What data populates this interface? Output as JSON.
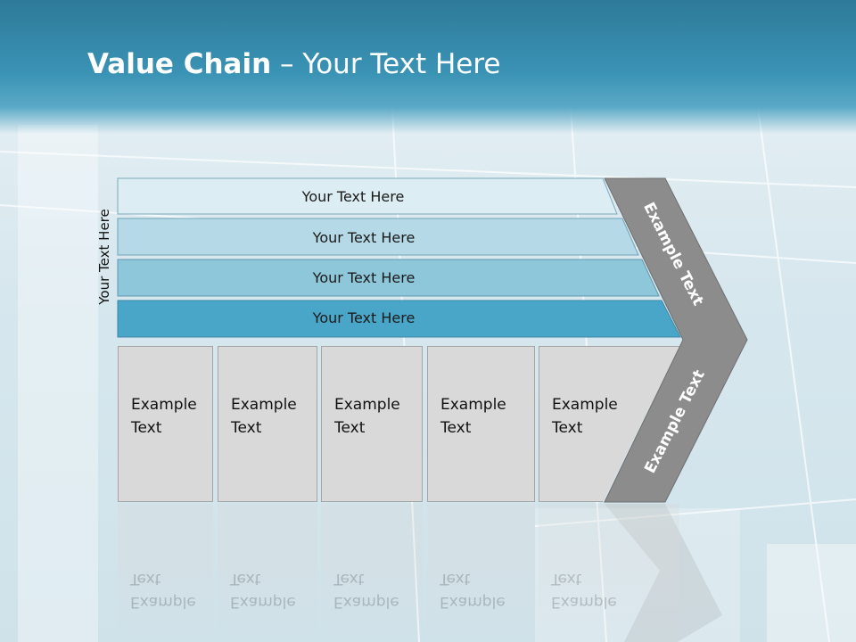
{
  "title": {
    "bold": "Value Chain",
    "rest": " – Your Text Here"
  },
  "side_label": "Your Text Here",
  "support_bars": [
    {
      "label": "Your Text Here",
      "color": "#dcedf3"
    },
    {
      "label": "Your Text Here",
      "color": "#b5d9e6"
    },
    {
      "label": "Your Text Here",
      "color": "#8ec6da"
    },
    {
      "label": "Your Text Here",
      "color": "#4aa6c9"
    }
  ],
  "primary_boxes": [
    {
      "line1": "Example",
      "line2": "Text"
    },
    {
      "line1": "Example",
      "line2": "Text"
    },
    {
      "line1": "Example",
      "line2": "Text"
    },
    {
      "line1": "Example",
      "line2": "Text"
    },
    {
      "line1": "Example",
      "line2": "Text"
    }
  ],
  "chevron": {
    "upper": "Example Text",
    "lower": "Example Text",
    "color": "#8c8c8c"
  }
}
